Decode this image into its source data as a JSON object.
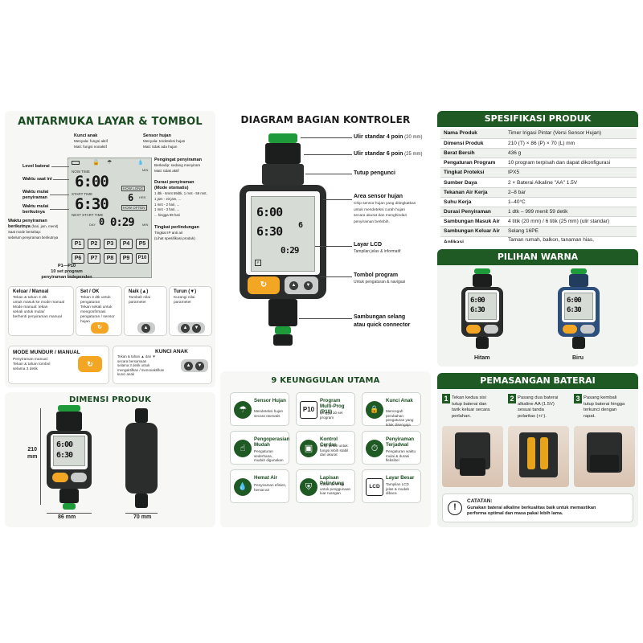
{
  "antarmuka": {
    "title": "ANTARMUKA LAYAR & TOMBOL",
    "lcd": {
      "now_time": "NOW TIME",
      "now_digits": "6:00",
      "start_time": "START TIME",
      "start_digits": "6:30",
      "how_long": "HOW LONG",
      "how_long_value": "6",
      "hrs": "HRS",
      "how_often": "HOW OFTEN",
      "next_start": "NEXT START TIME",
      "day": "DAY",
      "day_digits": "0",
      "next_digits": "0:29",
      "min": "MIN",
      "program_keys_row1": [
        "P1",
        "P2",
        "P3",
        "P4",
        "P5"
      ],
      "program_keys_row2": [
        "P6",
        "P7",
        "P8",
        "P9",
        "P10"
      ]
    },
    "labels": {
      "kunci_anak_title": "Kunci anak",
      "kunci_anak_desc": "Menyala: fungsi aktif\nMati: fungsi nonaktif",
      "sensor_hujan_title": "Sensor hujan",
      "sensor_hujan_desc": "Menyala: terdeteksi hujan\nMati: tidak ada hujan",
      "level_baterai": "Level baterai",
      "waktu_saat_ini": "Waktu saat ini",
      "waktu_mulai": "Waktu mulai\npenyiraman",
      "waktu_mulai_berikutnya": "Waktu mulai\nberikutnya",
      "waktu_penyiraman_berikutnya_title": "Waktu penyiraman\nberikutnya",
      "waktu_penyiraman_berikutnya_unit": "(hari, jam, menit)",
      "waktu_penyiraman_berikutnya_desc": "Saat mode bertahap:\nsebelum penyiraman berikutnya",
      "pengingat_title": "Pengingat penyiraman",
      "pengingat_desc": "Berkedip: sedang menyiram\nMati: tidak aktif",
      "durasi_title": "Durasi penyiraman\n(Mode otomatis)",
      "durasi_desc": "1 dtk - 6mnt 59dtk, 1 mnt - 59 mnt,\n1 jam - 23 jam, ...\n1 mnt - 2 hari, ...\n1 mnt - 3 hari, ...\n... hingga 99 hari",
      "perlindungan_title": "Tingkat perlindungan",
      "perlindungan_desc": "Tingkat IP anti air\n(Lihat spesifikasi produk)",
      "p1p10_title": "P1—P10",
      "p1p10_desc": "10 set program\npenyiraman independen"
    },
    "buttons": [
      {
        "title": "Keluar / Manual",
        "desc": "Tekan & tahan 3 dtk\nuntuk masuk ke mode manual\nMode manual: tekan\nsekali untuk mulai/\nberhenti penyiraman manual"
      },
      {
        "title": "Set / OK",
        "desc": "Tekan 3 dtk untuk\npengaturan\nTekan sekali untuk\nmengonfirmasi\npengaturan / sensor hujan"
      },
      {
        "title": "Naik (▲)",
        "desc": "Tambah nilai\nparameter"
      },
      {
        "title": "Turun (▼)",
        "desc": "Kurangi nilai\nparameter"
      }
    ],
    "mode_mundur": {
      "title": "MODE MUNDUR / MANUAL",
      "desc": "Penyiraman manual:\nTekan & tahan tombol\nselama 3 detik"
    },
    "kunci_anak": {
      "title": "KUNCI ANAK",
      "desc": "Tekan & tahan ▲ dan ▼\nsecara bersamaan\nselama 3 detik untuk\nmengaktifkan / menonaktifkan\nkunci anak"
    }
  },
  "dimensi": {
    "title": "DIMENSI PRODUK",
    "height": "210\nmm",
    "width": "86 mm",
    "depth": "70 mm"
  },
  "diagram": {
    "title": "DIAGRAM BAGIAN KONTROLER",
    "labels": [
      {
        "title": "Ulir standar 4 poin",
        "sub": "(20 mm)"
      },
      {
        "title": "Ulir standar 6 poin",
        "sub": "(25 mm)"
      },
      {
        "title": "Tutup pengunci",
        "sub": ""
      },
      {
        "title": "Area sensor hujan",
        "sub": "Chip sensor hujan yang ditingkatkan\nuntuk mendeteksi curah hujan\nsecara akurat dan menghindari\npenyiraman berlebih."
      },
      {
        "title": "Layar LCD",
        "sub": "Tampilan jelas & informatif"
      },
      {
        "title": "Tombol program",
        "sub": "Untuk pengaturan & navigasi"
      },
      {
        "title": "Sambungan selang\natau quick connector",
        "sub": ""
      }
    ]
  },
  "keunggulan": {
    "title": "9 KEUNGGULAN UTAMA",
    "items": [
      {
        "icon": "☂",
        "title": "Sensor Hujan",
        "desc": "Mendeteksi hujan\nsecara otomatis"
      },
      {
        "icon": "P10",
        "title": "Program\nMulti-Prog (P10)",
        "desc": "Hingga 10 set\nprogram"
      },
      {
        "icon": "🔒",
        "title": "Kunci Anak",
        "desc": "Mencegah perubahan\npengaturan yang\ntidak disengaja"
      },
      {
        "icon": "☝",
        "title": "Pengoperasian\nMudah",
        "desc": "Pengaturan sederhana,\nmudah digunakan"
      },
      {
        "icon": "▣",
        "title": "Kontrol Cerdas",
        "desc": "Chip pintar untuk\nfungsi lebih stabil\ndan akurat"
      },
      {
        "icon": "⏱",
        "title": "Penyiraman\nTerjadwal",
        "desc": "Pengaturan waktu\nmulai & durasi\nfleksibel"
      },
      {
        "icon": "💧",
        "title": "Hemat Air",
        "desc": "Penyiraman efisien,\nhemat air"
      },
      {
        "icon": "⛨",
        "title": "Lapisan Pelindung",
        "desc": "Tahan air IPX5\nuntuk penggunaan\nluar ruangan"
      },
      {
        "icon": "LCD",
        "title": "Layar Besar",
        "desc": "Tampilan LCD\njelas & mudah\ndibaca"
      }
    ]
  },
  "spesifikasi": {
    "title": "SPESIFIKASI PRODUK",
    "rows": [
      [
        "Nama Produk",
        "Timer Irigasi Pintar (Versi Sensor Hujan)"
      ],
      [
        "Dimensi Produk",
        "210 (T) × 86 (P) × 70 (L) mm"
      ],
      [
        "Berat Bersih",
        "436 g"
      ],
      [
        "Pengaturan Program",
        "10 program terpisah dan dapat dikonfigurasi"
      ],
      [
        "Tingkat Proteksi",
        "IPX5"
      ],
      [
        "Sumber Daya",
        "2 × Baterai Alkaline \"AA\" 1.5V"
      ],
      [
        "Tekanan Air Kerja",
        "2–8 bar"
      ],
      [
        "Suhu Kerja",
        "1–40°C"
      ],
      [
        "Durasi Penyiraman",
        "1 dtk – 999 menit 59 detik"
      ],
      [
        "Sambungan Masuk Air",
        "4 titik (20 mm) / 6 titik (25 mm) (ulir standar)"
      ],
      [
        "Sambungan Keluar Air",
        "Selang 16PE"
      ],
      [
        "Aplikasi",
        "Taman rumah, balkon, tanaman hias,\npenghijauan perkotaan, penyiraman sayuran, dll."
      ]
    ]
  },
  "warna": {
    "title": "PILIHAN WARNA",
    "options": [
      {
        "label": "Hitam",
        "color": "#2a2d2c"
      },
      {
        "label": "Biru",
        "color": "#2d4f7c"
      }
    ]
  },
  "baterai": {
    "title": "PEMASANGAN BATERAI",
    "steps": [
      {
        "num": "1",
        "text": "Tekan kedua sisi\ntutup baterai dan\ntarik keluar secara\nperlahan."
      },
      {
        "num": "2",
        "text": "Pasang dua baterai\nalkaline AA (1.5V)\nsesuai tanda\npolaritas (+/-)."
      },
      {
        "num": "3",
        "text": "Pasang kembali\ntutup baterai hingga\nterkunci dengan\nrapat."
      }
    ],
    "note_title": "CATATAN:",
    "note_text": "Gunakan baterai alkaline berkualitas baik untuk memastikan\nperforma optimal dan masa pakai lebih lama."
  },
  "colors": {
    "brand_green": "#1f5a25",
    "accent_orange": "#f3a623",
    "body_dark": "#2a2d2c",
    "body_blue": "#2d4f7c"
  }
}
